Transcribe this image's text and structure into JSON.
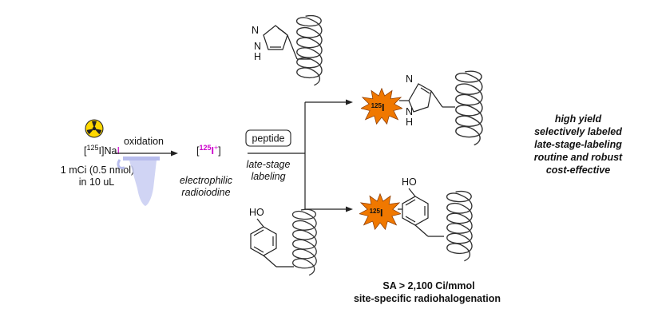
{
  "reactant": {
    "label_bracket_open": "[",
    "label_isotope": "125",
    "label_element": "I]Na",
    "label_iodide": "I",
    "amount": "1 mCi (0.5 nmol)",
    "volume": "in 10 uL"
  },
  "step1": {
    "label": "oxidation"
  },
  "intermediate": {
    "bracket_open": "[",
    "isotope": "125",
    "element": "I",
    "charge": "+",
    "bracket_close": "]",
    "desc_line1": "electrophilic",
    "desc_line2": "radioiodine"
  },
  "step2": {
    "reagent": "peptide",
    "desc_line1": "late-stage",
    "desc_line2": "labeling"
  },
  "atoms": {
    "N": "N",
    "NH_N": "N",
    "NH_H": "H",
    "HO": "HO"
  },
  "products": {
    "badge_isotope": "125",
    "badge_element": "I",
    "his_N": "N",
    "his_NH_N": "N",
    "his_NH_H": "H",
    "tyr_HO": "HO"
  },
  "benefits": [
    "high yield",
    "selectively labeled",
    "late-stage-labeling",
    "routine and robust",
    "cost-effective"
  ],
  "footer": {
    "line1": "SA > 2,100 Ci/mmol",
    "line2": "site-specific radiohalogenation"
  },
  "colors": {
    "iodine_magenta": "#cc00cc",
    "starburst": "#f07800",
    "radiation_yellow": "#ffd800",
    "tube": "#c8ccf2"
  },
  "icons": [
    "radiation-icon",
    "microtube-icon",
    "helix-icon",
    "starburst-icon"
  ]
}
